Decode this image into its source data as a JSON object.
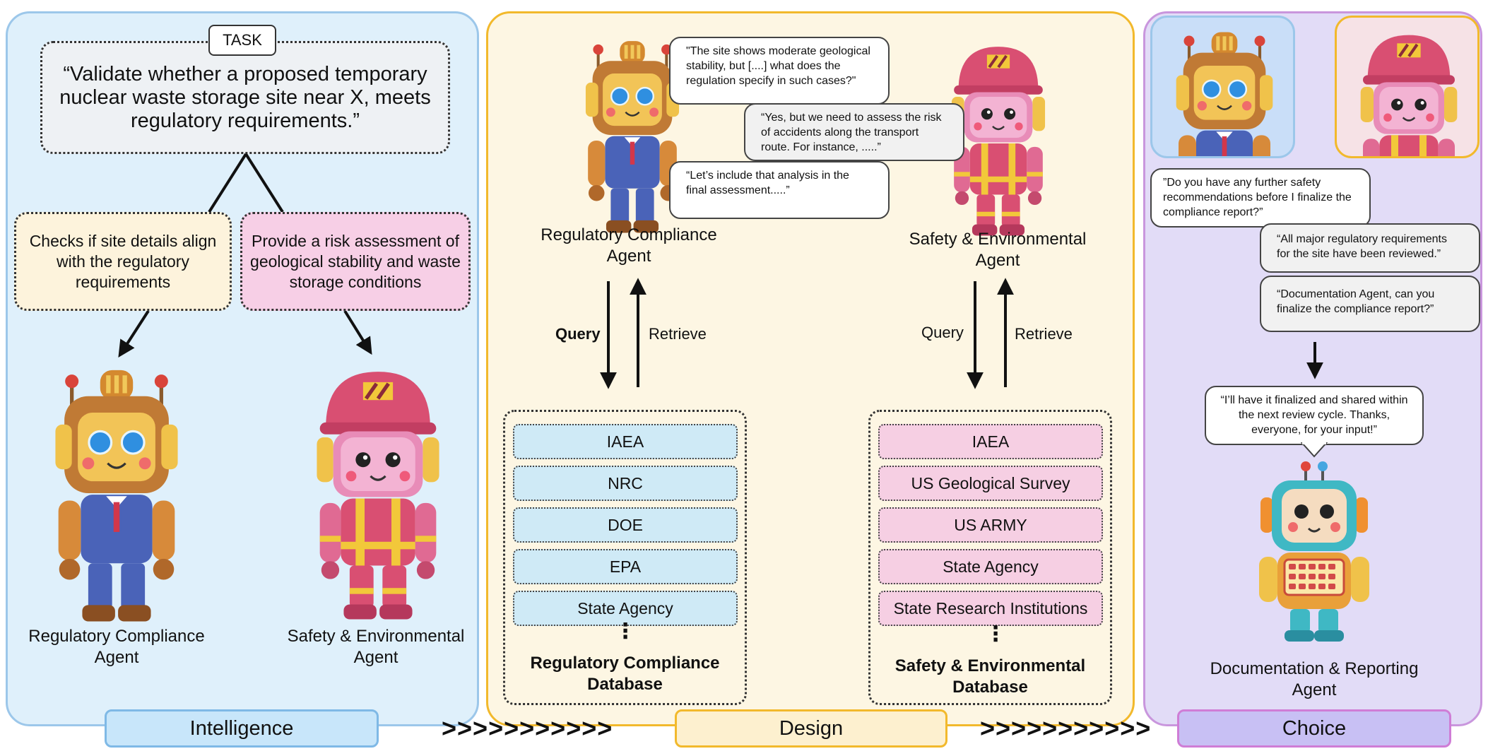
{
  "intelligence": {
    "task_label": "TASK",
    "task_text": "“Validate whether a proposed temporary nuclear waste storage site near X, meets regulatory requirements.”",
    "left_box": "Checks if site details align with the regulatory requirements",
    "right_box": "Provide a risk assessment of geological stability and waste storage conditions",
    "agent_left_caption": "Regulatory Compliance Agent",
    "agent_right_caption": "Safety & Environmental Agent",
    "phase_label": "Intelligence"
  },
  "design": {
    "bubble1": "\"The site shows moderate geological stability, but [....] what does the regulation specify in such cases?\"",
    "bubble2": "“Yes, but we need to assess the risk of accidents along the transport route. For instance, .....”",
    "bubble3": "“Let’s include that analysis in the final assessment.....”",
    "agent_left_caption": "Regulatory Compliance Agent",
    "agent_right_caption": "Safety & Environmental Agent",
    "query_label": "Query",
    "retrieve_label": "Retrieve",
    "db_left_items": [
      "IAEA",
      "NRC",
      "DOE",
      "EPA",
      "State Agency"
    ],
    "db_right_items": [
      "IAEA",
      "US Geological Survey",
      "US ARMY",
      "State Agency",
      "State Research Institutions"
    ],
    "ellipsis": "⋮",
    "db_left_title": "Regulatory Compliance Database",
    "db_right_title": "Safety & Environmental Database",
    "phase_label": "Design"
  },
  "choice": {
    "bubble1": "”Do you have any further safety recommendations before I finalize the compliance report?”",
    "bubble2": "“All major regulatory requirements for the site have been reviewed.”",
    "bubble3": "“Documentation Agent, can you finalize the compliance report?”",
    "bubble4": "“I’ll have it finalized and shared within the next review cycle. Thanks, everyone, for your input!”",
    "agent_caption": "Documentation & Reporting Agent",
    "phase_label": "Choice"
  },
  "flow_arrows": ">>>>>>>>>>>",
  "colors": {
    "intel_bg": "#dff0fb",
    "design_bg": "#fdf6e3",
    "choice_bg": "#e2dcf7",
    "compliance_box": "#fdf3dc",
    "safety_box": "#f7cfe6"
  }
}
